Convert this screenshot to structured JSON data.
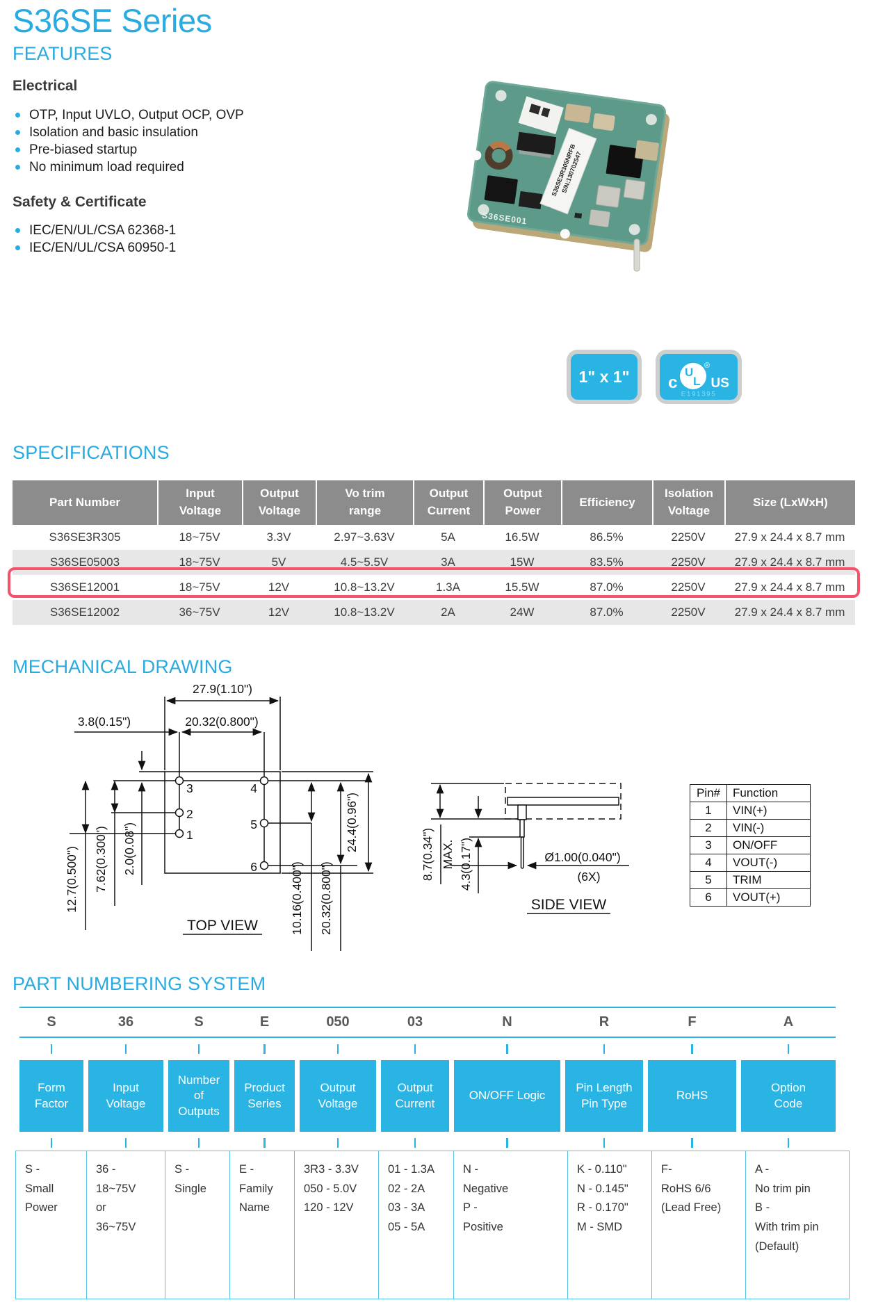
{
  "page_title": "S36SE Series",
  "features": {
    "heading": "FEATURES",
    "electrical_title": "Electrical",
    "electrical_bullets": [
      "OTP, Input UVLO, Output OCP, OVP",
      "Isolation and basic insulation",
      "Pre-biased startup",
      "No minimum load required"
    ],
    "safety_title": "Safety & Certificate",
    "safety_bullets": [
      "IEC/EN/UL/CSA 62368-1",
      "IEC/EN/UL/CSA 60950-1"
    ]
  },
  "product_photo": {
    "module_label_line1": "S36SE3R305NRFB",
    "module_label_line2": "S/N:130702547",
    "board_silkscreen": "S36SE001"
  },
  "badges": {
    "size_label": "1\" x 1\"",
    "ul_prefix": "c",
    "ul_suffix": "US",
    "ul_mark_u": "U",
    "ul_mark_l": "L",
    "ul_registered": "®",
    "ul_file_number": "E191395"
  },
  "specifications": {
    "heading": "SPECIFICATIONS",
    "columns": [
      "Part Number",
      "Input\nVoltage",
      "Output\nVoltage",
      "Vo trim\nrange",
      "Output\nCurrent",
      "Output\nPower",
      "Efficiency",
      "Isolation\nVoltage",
      "Size (LxWxH)"
    ],
    "rows": [
      [
        "S36SE3R305",
        "18~75V",
        "3.3V",
        "2.97~3.63V",
        "5A",
        "16.5W",
        "86.5%",
        "2250V",
        "27.9 x 24.4 x 8.7 mm"
      ],
      [
        "S36SE05003",
        "18~75V",
        "5V",
        "4.5~5.5V",
        "3A",
        "15W",
        "83.5%",
        "2250V",
        "27.9 x 24.4 x 8.7 mm"
      ],
      [
        "S36SE12001",
        "18~75V",
        "12V",
        "10.8~13.2V",
        "1.3A",
        "15.5W",
        "87.0%",
        "2250V",
        "27.9 x 24.4 x 8.7 mm"
      ],
      [
        "S36SE12002",
        "36~75V",
        "12V",
        "10.8~13.2V",
        "2A",
        "24W",
        "87.0%",
        "2250V",
        "27.9 x 24.4 x 8.7 mm"
      ]
    ],
    "highlighted_part": "S36SE12001"
  },
  "mechanical": {
    "heading": "MECHANICAL DRAWING",
    "top_view": {
      "caption": "TOP VIEW",
      "dim_width": "27.9(1.10\")",
      "dim_pin_inset": "3.8(0.15\")",
      "dim_pin_pitch_h": "20.32(0.800\")",
      "dim_left_1": "12.7(0.500\")",
      "dim_left_2": "7.62(0.300\")",
      "dim_left_3": "2.0(0.08\")",
      "dim_height": "24.4(0.96\")",
      "dim_right_1": "10.16(0.400\")",
      "dim_right_2": "20.32(0.800\")",
      "pin_numbers": [
        "1",
        "2",
        "3",
        "4",
        "5",
        "6"
      ]
    },
    "side_view": {
      "caption": "SIDE VIEW",
      "dim_module_height": "8.7(0.34\")",
      "dim_module_height_qualifier": "MAX.",
      "dim_pin_standoff": "4.3(0.17\")",
      "dim_pin_diameter": "Ø1.00(0.040\")",
      "dim_pin_diameter_count": "(6X)"
    },
    "pin_table": {
      "col_pin": "Pin#",
      "col_function": "Function",
      "rows": [
        [
          "1",
          "VIN(+)"
        ],
        [
          "2",
          "VIN(-)"
        ],
        [
          "3",
          "ON/OFF"
        ],
        [
          "4",
          "VOUT(-)"
        ],
        [
          "5",
          "TRIM"
        ],
        [
          "6",
          "VOUT(+)"
        ]
      ]
    }
  },
  "part_numbering": {
    "heading": "PART NUMBERING SYSTEM",
    "columns": [
      {
        "code": "S",
        "label": "Form\nFactor",
        "details": "S -\nSmall\nPower"
      },
      {
        "code": "36",
        "label": "Input\nVoltage",
        "details": "36 -\n18~75V\nor\n36~75V"
      },
      {
        "code": "S",
        "label": "Number\nof\nOutputs",
        "details": "S -\nSingle"
      },
      {
        "code": "E",
        "label": "Product\nSeries",
        "details": "E -\nFamily\nName"
      },
      {
        "code": "050",
        "label": "Output\nVoltage",
        "details": "3R3 - 3.3V\n050 - 5.0V\n120 - 12V"
      },
      {
        "code": "03",
        "label": "Output\nCurrent",
        "details": "01 - 1.3A\n02 - 2A\n03 - 3A\n05 - 5A"
      },
      {
        "code": "N",
        "label": "ON/OFF Logic",
        "details": "N -\nNegative\nP -\nPositive"
      },
      {
        "code": "R",
        "label": "Pin Length\nPin Type",
        "details": "K - 0.110\"\nN - 0.145\"\nR - 0.170\"\nM - SMD"
      },
      {
        "code": "F",
        "label": "RoHS",
        "details": "F-\nRoHS 6/6\n(Lead Free)"
      },
      {
        "code": "A",
        "label": "Option\nCode",
        "details": "A -\nNo trim pin\nB -\nWith trim pin\n(Default)"
      }
    ]
  },
  "colors": {
    "accent_cyan": "#29abe2",
    "box_cyan": "#29b4e4",
    "table_header_gray": "#8c8c8c",
    "row_alt_gray": "#e7e7e7",
    "highlight_red": "#f4536b"
  }
}
